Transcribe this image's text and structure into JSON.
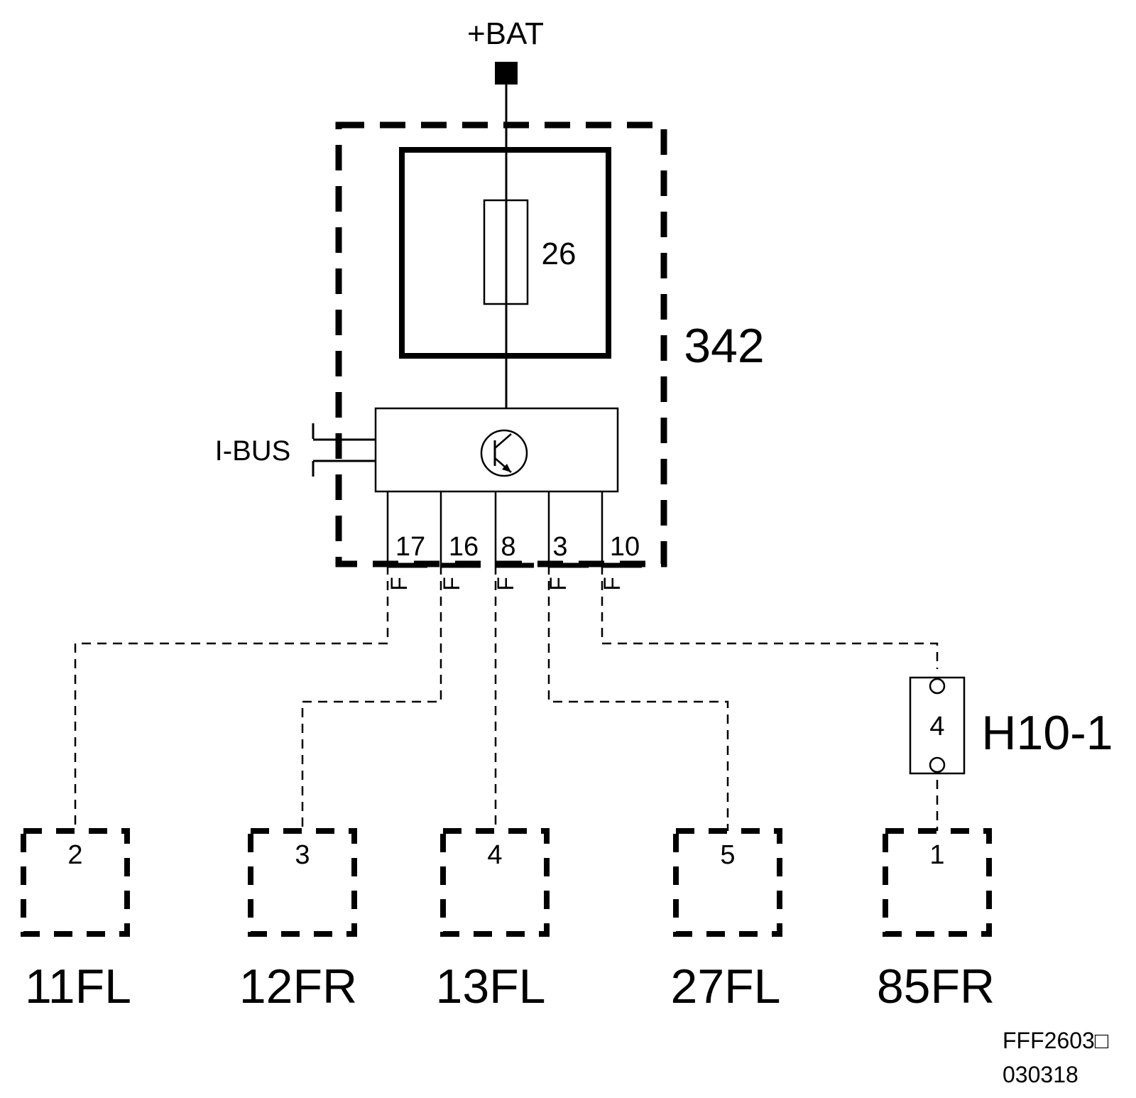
{
  "supply": {
    "label": "+BAT"
  },
  "module": {
    "id": "342",
    "fuse_number": "26",
    "bus_label": "I-BUS"
  },
  "terminals": [
    {
      "pin": "17",
      "code": "F"
    },
    {
      "pin": "16",
      "code": "F"
    },
    {
      "pin": "8",
      "code": "F"
    },
    {
      "pin": "3",
      "code": "F"
    },
    {
      "pin": "10",
      "code": "F"
    }
  ],
  "connector": {
    "id": "H10-1",
    "pin": "4"
  },
  "loads": [
    {
      "pin": "2",
      "label": "11FL"
    },
    {
      "pin": "3",
      "label": "12FR"
    },
    {
      "pin": "4",
      "label": "13FL"
    },
    {
      "pin": "5",
      "label": "27FL"
    },
    {
      "pin": "1",
      "label": "85FR"
    }
  ],
  "footer": {
    "code": "FFF2603□",
    "date": "030318"
  }
}
